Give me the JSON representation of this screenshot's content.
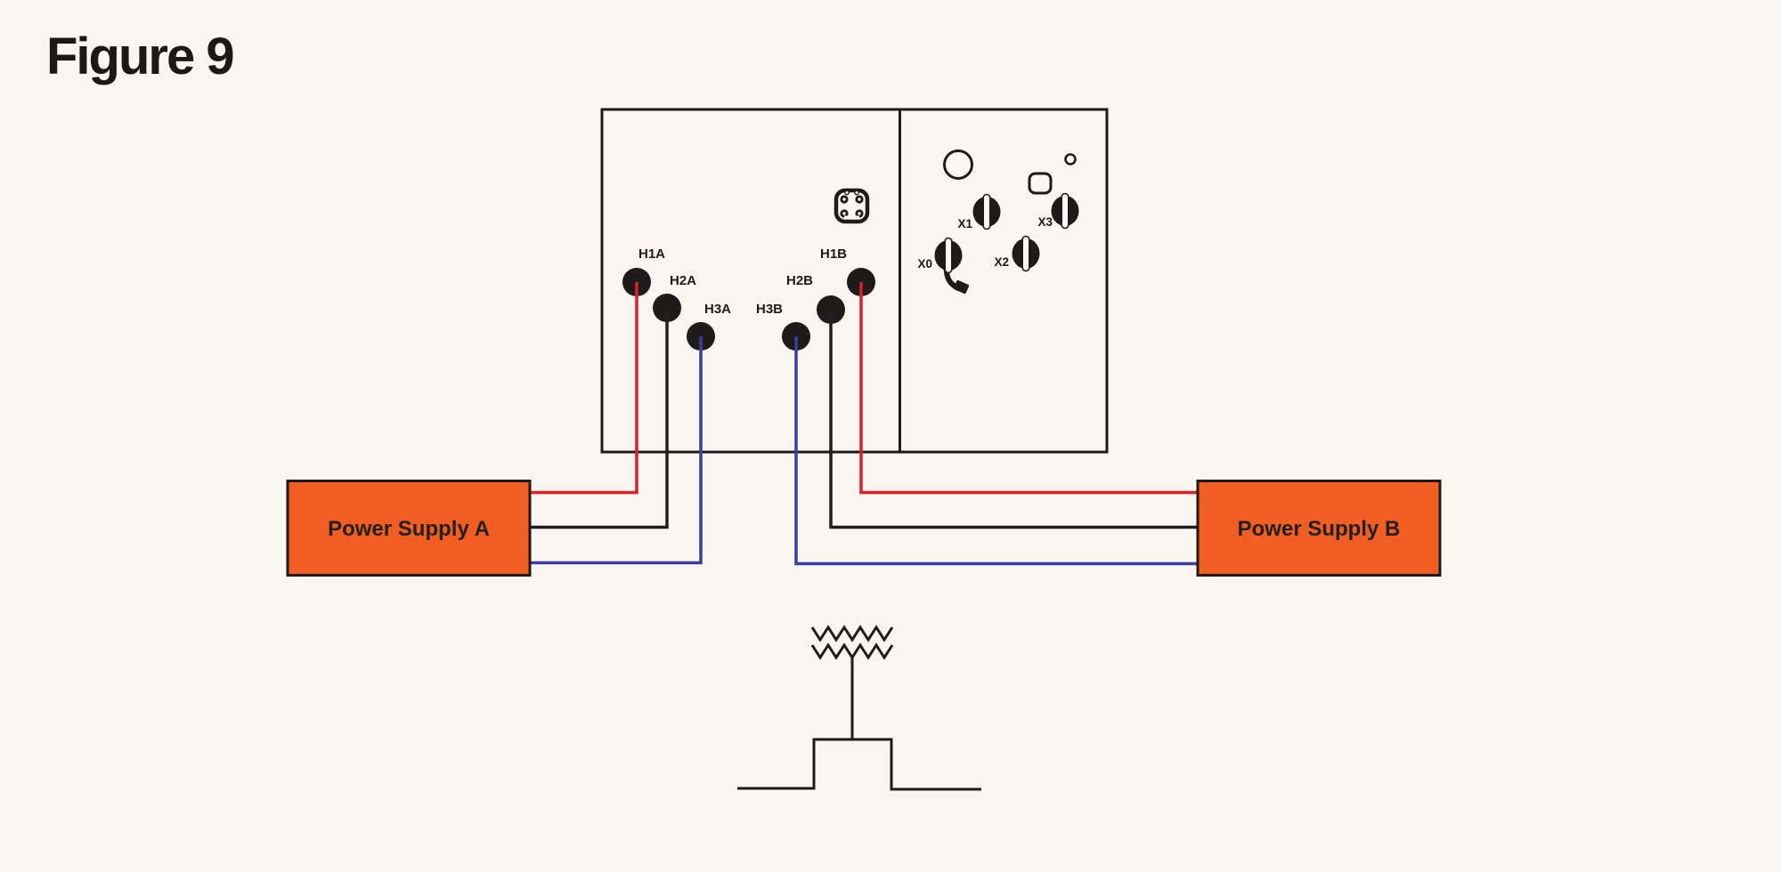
{
  "title": "Figure 9",
  "colors": {
    "background": "#f9f5f0",
    "line": "#1f1b1a",
    "power_supply_orange": "#f15e24",
    "wire_red": "#dd2027",
    "wire_blue": "#3d3c9e",
    "wire_black": "#231f20"
  },
  "control_box": {
    "h_terminals": {
      "h1a": "H1A",
      "h2a": "H2A",
      "h3a": "H3A",
      "h3b": "H3B",
      "h2b": "H2B",
      "h1b": "H1B"
    },
    "x_terminals": {
      "x0": "X0",
      "x1": "X1",
      "x2": "X2",
      "x3": "X3"
    }
  },
  "power_supplies": {
    "a": "Power Supply A",
    "b": "Power Supply B"
  }
}
